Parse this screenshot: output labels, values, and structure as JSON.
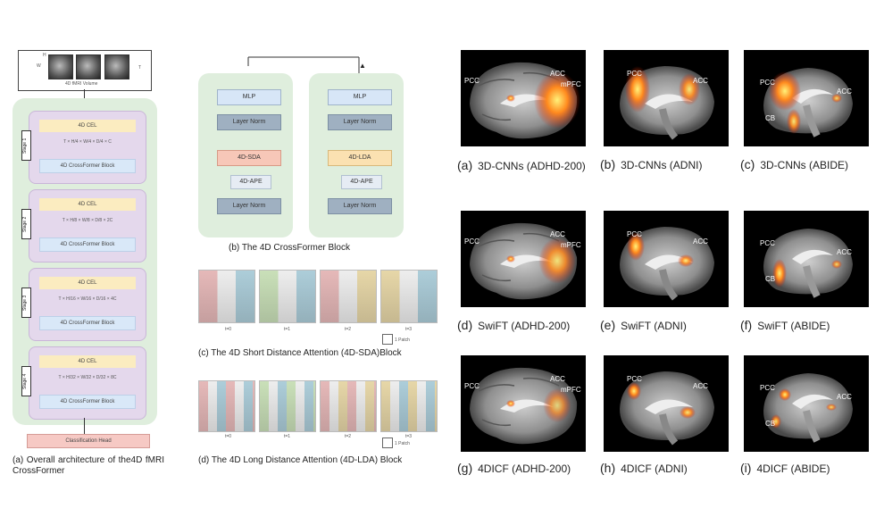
{
  "left_panel": {
    "input_caption": "4D fMRI Volume",
    "axis_labels": [
      "H",
      "W",
      "T"
    ],
    "stages": [
      {
        "label": "Stage 1",
        "cel": "4D CEL",
        "formula": "T × H/4 × W/4 × D/4 × C",
        "block": "4D CrossFormer Block"
      },
      {
        "label": "Stage 2",
        "cel": "4D CEL",
        "formula": "T × H/8 × W/8 × D/8 × 2C",
        "block": "4D CrossFormer Block"
      },
      {
        "label": "Stage 3",
        "cel": "4D CEL",
        "formula": "T × H/16 × W/16 × D/16 × 4C",
        "block": "4D CrossFormer Block"
      },
      {
        "label": "Stage 4",
        "cel": "4D CEL",
        "formula": "T × H/32 × W/32 × D/32 × 8C",
        "block": "4D CrossFormer Block"
      }
    ],
    "head": "Classification Head",
    "caption": "(a)  Overall  architecture  of the4D fMRI CrossFormer"
  },
  "block_panel": {
    "left": {
      "mlp": "MLP",
      "ln_top": "Layer Norm",
      "attn": "4D-SDA",
      "pe": "4D-APE",
      "ln_bottom": "Layer Norm"
    },
    "right": {
      "mlp": "MLP",
      "ln_top": "Layer Norm",
      "attn": "4D-LDA",
      "pe": "4D-APE",
      "ln_bottom": "Layer Norm"
    },
    "caption": "(b) The 4D CrossFormer Block"
  },
  "sda_panel": {
    "times": [
      "t=0",
      "t=1",
      "t=2",
      "t=3"
    ],
    "legend": "1 Patch",
    "caption": "(c) The 4D Short Distance Attention (4D-SDA)Block"
  },
  "lda_panel": {
    "times": [
      "t=0",
      "t=1",
      "t=2",
      "t=3"
    ],
    "legend": "1 Patch",
    "caption": "(d) The 4D Long Distance Attention (4D-LDA) Block"
  },
  "brains": [
    {
      "letter": "(a)",
      "caption": "3D-CNNs  (ADHD-200)",
      "labels": [
        "PCC",
        "ACC",
        "mPFC"
      ],
      "view": "sagittal-a"
    },
    {
      "letter": "(b)",
      "caption": "3D-CNNs (ADNI)",
      "labels": [
        "PCC",
        "ACC"
      ],
      "view": "medial-b"
    },
    {
      "letter": "(c)",
      "caption": "3D-CNNs (ABIDE)",
      "labels": [
        "PCC",
        "ACC",
        "CB"
      ],
      "view": "medial-c"
    },
    {
      "letter": "(d)",
      "caption": "SwiFT (ADHD-200)",
      "labels": [
        "PCC",
        "ACC",
        "mPFC"
      ],
      "view": "sagittal-a"
    },
    {
      "letter": "(e)",
      "caption": "SwiFT (ADNI)",
      "labels": [
        "PCC",
        "ACC"
      ],
      "view": "medial-b"
    },
    {
      "letter": "(f)",
      "caption": "SwiFT (ABIDE)",
      "labels": [
        "PCC",
        "ACC",
        "CB"
      ],
      "view": "medial-c"
    },
    {
      "letter": "(g)",
      "caption": "4DICF (ADHD-200)",
      "labels": [
        "PCC",
        "ACC",
        "mPFC"
      ],
      "view": "sagittal-a"
    },
    {
      "letter": "(h)",
      "caption": "4DICF (ADNI)",
      "labels": [
        "PCC",
        "ACC"
      ],
      "view": "medial-b"
    },
    {
      "letter": "(i)",
      "caption": "4DICF (ABIDE)",
      "labels": [
        "PCC",
        "ACC",
        "CB"
      ],
      "view": "medial-c"
    }
  ],
  "colors": {
    "panel_green": "#dfeedd",
    "stage_purple": "#e4d8ec",
    "cel_yellow": "#fbecc0",
    "block_blue": "#d9e8f8",
    "head_pink": "#f6c9c4",
    "heat": "#ff5a10"
  }
}
